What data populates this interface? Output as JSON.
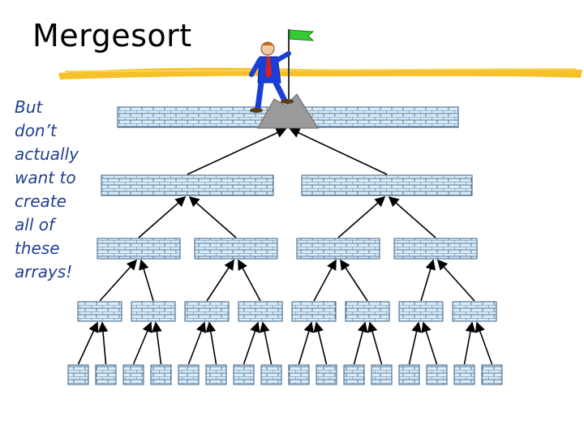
{
  "slide": {
    "title": "Mergesort",
    "note_lines": [
      "But",
      "don’t",
      "actually",
      "want to",
      "create",
      "all of",
      "these",
      "arrays!"
    ]
  },
  "colors": {
    "brick_fill": "#d9ecf8",
    "brick_mortar": "#3b5f86",
    "arrow": "#000000",
    "highlighter": "#f4bd1c",
    "note_text": "#1f3f8f"
  },
  "tree": {
    "levels": 5,
    "arrays_per_level": [
      1,
      2,
      4,
      8,
      16
    ]
  },
  "decorations": {
    "highlighter_stroke": "yellow-highlighter-stroke",
    "climber": "businessman-with-flag-icon"
  }
}
